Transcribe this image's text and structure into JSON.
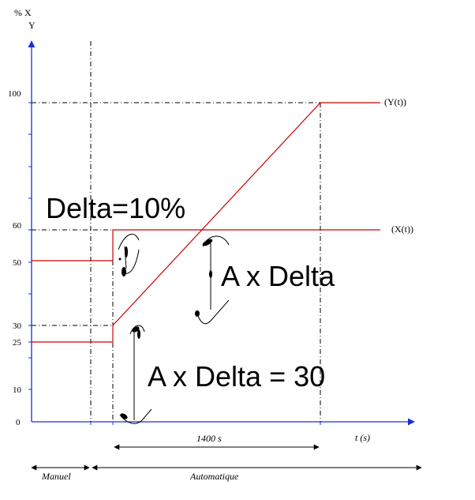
{
  "axis": {
    "y_unit_line1": "% X",
    "y_unit_line2": "Y",
    "x_label": "t (s)",
    "y_ticks": [
      {
        "value": 0,
        "label": "0"
      },
      {
        "value": 10,
        "label": "10"
      },
      {
        "value": 25,
        "label": "25"
      },
      {
        "value": 30,
        "label": "30"
      },
      {
        "value": 50,
        "label": "50"
      },
      {
        "value": 60,
        "label": "60"
      },
      {
        "value": 100,
        "label": "100"
      }
    ]
  },
  "curves": {
    "y_label": "(Y(t))",
    "x_label": "(X(t))",
    "color": "#cc0000"
  },
  "annotations": {
    "delta": "Delta=10%",
    "a_delta": "A x Delta",
    "a_delta_30": "A x Delta = 30"
  },
  "durations": {
    "ramp": "1400 s"
  },
  "modes": {
    "manual": "Manuel",
    "auto": "Automatique"
  },
  "colors": {
    "axis": "#1a2fd6",
    "curve": "#cc0000",
    "ink": "#000000"
  }
}
